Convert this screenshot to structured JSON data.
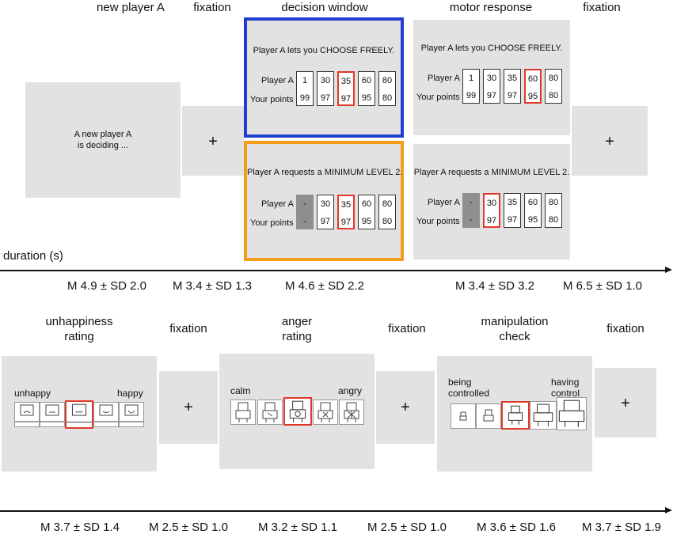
{
  "top_labels": {
    "new_player": "new player A",
    "fixation_1": "fixation",
    "decision_window": "decision window",
    "motor_response": "motor response",
    "fixation_2": "fixation"
  },
  "new_player_screen": {
    "line1": "A new player A",
    "line2": "is deciding ..."
  },
  "fixation_symbol": "+",
  "free_choice": {
    "title": "Player A lets you CHOOSE FREELY.",
    "row1_label": "Player A",
    "row2_label": "Your points",
    "player_a": [
      "1",
      "30",
      "35",
      "60",
      "80"
    ],
    "your_points": [
      "99",
      "97",
      "97",
      "95",
      "80"
    ]
  },
  "min_level": {
    "title": "Player A requests a MINIMUM LEVEL 2.",
    "row1_label": "Player A",
    "row2_label": "Your points",
    "player_a": [
      "-",
      "30",
      "35",
      "60",
      "80"
    ],
    "your_points": [
      "-",
      "97",
      "97",
      "95",
      "80"
    ]
  },
  "duration_label": "duration (s)",
  "top_durations": [
    "M 4.9 ± SD 2.0",
    "M 3.4 ± SD 1.3",
    "M 4.6 ± SD 2.2",
    "M 3.4 ± SD 3.2",
    "M 6.5 ± SD 1.0"
  ],
  "bottom_labels": {
    "unhappiness_1": "unhappiness",
    "unhappiness_2": "rating",
    "fixation_a": "fixation",
    "anger_1": "anger",
    "anger_2": "rating",
    "fixation_b": "fixation",
    "manip_1": "manipulation",
    "manip_2": "check",
    "fixation_c": "fixation"
  },
  "unhappiness_scale": {
    "left": "unhappy",
    "right": "happy"
  },
  "anger_scale": {
    "left": "calm",
    "right": "angry"
  },
  "manipulation_scale": {
    "left_1": "being",
    "left_2": "controlled",
    "right_1": "having",
    "right_2": "control"
  },
  "bottom_durations": [
    "M 3.7 ± SD 1.4",
    "M 2.5 ± SD 1.0",
    "M 3.2 ± SD 1.1",
    "M 2.5 ± SD 1.0",
    "M 3.6 ± SD 1.6",
    "M 3.7 ± SD 1.9"
  ],
  "colors": {
    "free_choice_border": "#1f3fd1",
    "min_level_border": "#f39c1c",
    "selection": "#e0392b",
    "panel": "#e2e2e2"
  }
}
